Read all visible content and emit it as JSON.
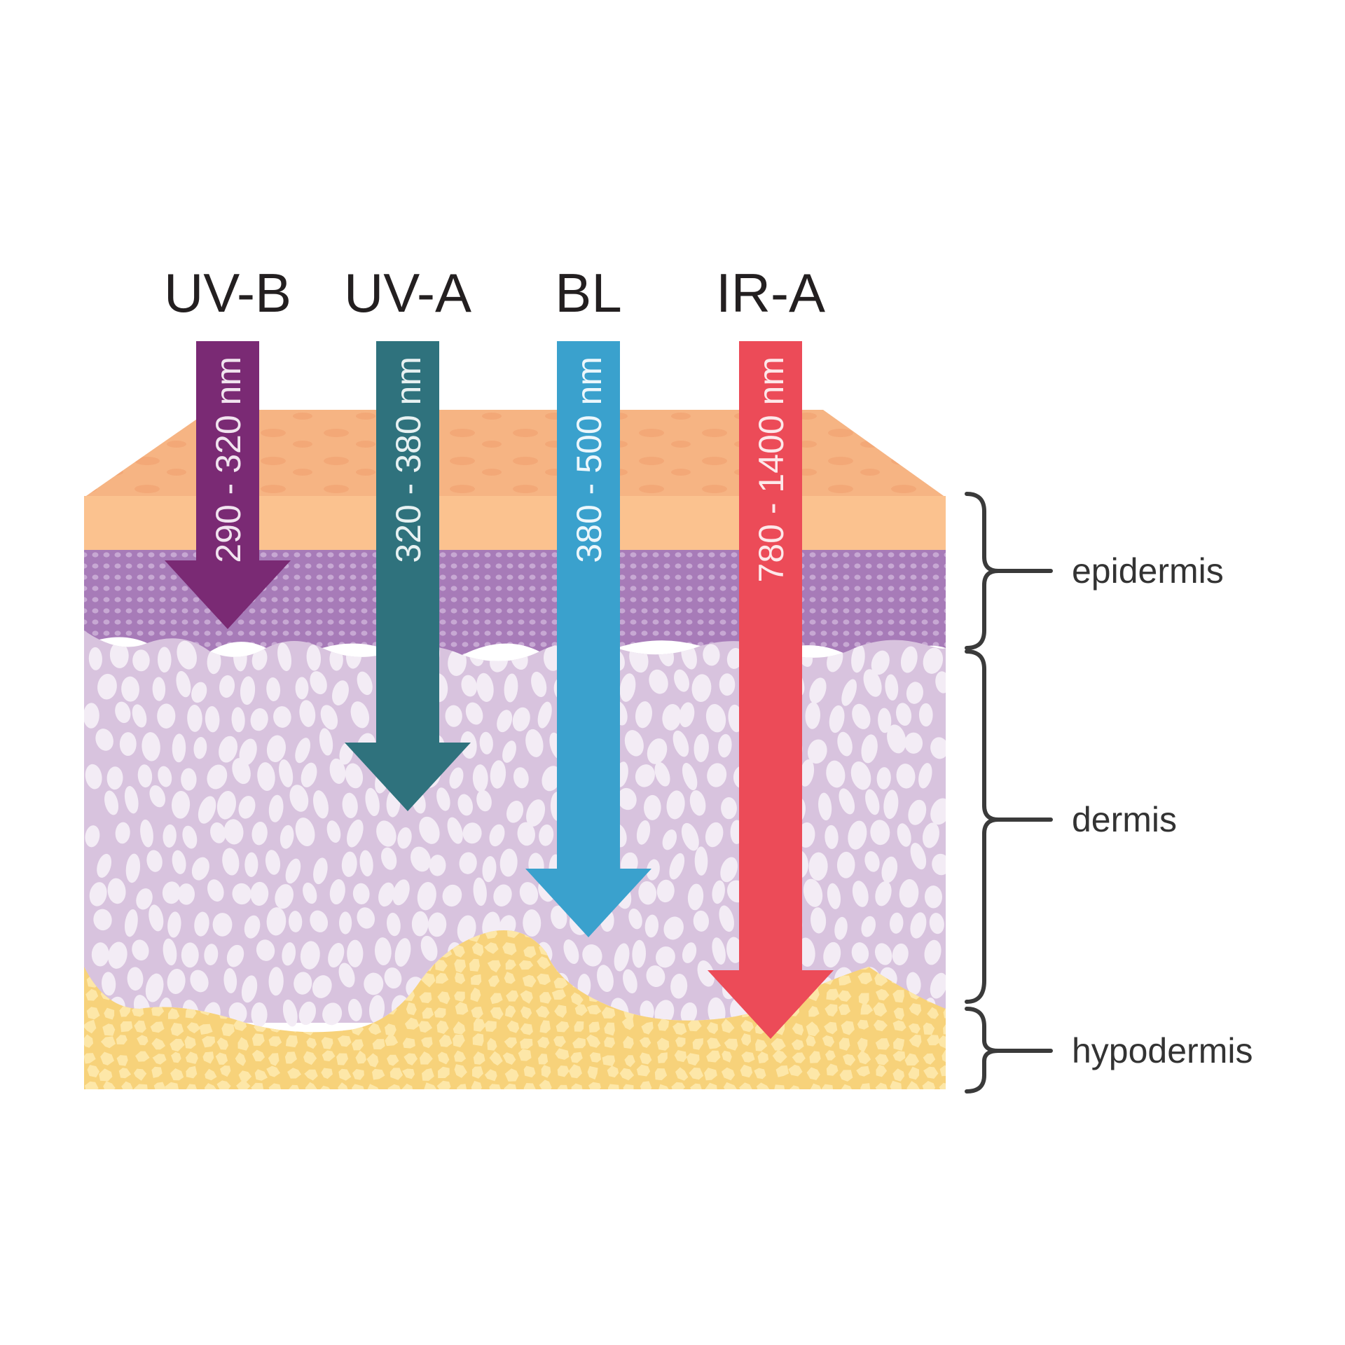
{
  "diagram": {
    "radiation": [
      {
        "name": "UV-B",
        "range": "290 - 320 nm",
        "color": "#7a2a74",
        "text_color": "#f1e4ef"
      },
      {
        "name": "UV-A",
        "range": "320 - 380 nm",
        "color": "#2f727d",
        "text_color": "#e7f1f2"
      },
      {
        "name": "BL",
        "range": "380 - 500 nm",
        "color": "#3aa1cd",
        "text_color": "#ecf7fc"
      },
      {
        "name": "IR-A",
        "range": "780 - 1400 nm",
        "color": "#ec4b58",
        "text_color": "#fde8ea"
      }
    ],
    "layers": {
      "epidermis": "epidermis",
      "dermis": "dermis",
      "hypodermis": "hypodermis"
    },
    "colors": {
      "skin_surface": "#f6b483",
      "stratum_corneum": "#fbc28f",
      "epidermis_purple": "#a77bb8",
      "dermis": "#d8c3de",
      "dermis_cell": "#f3ecf5",
      "hypodermis": "#f7d27a",
      "fat_cell": "#fde7a8",
      "bracket": "#3a3a3a"
    }
  }
}
